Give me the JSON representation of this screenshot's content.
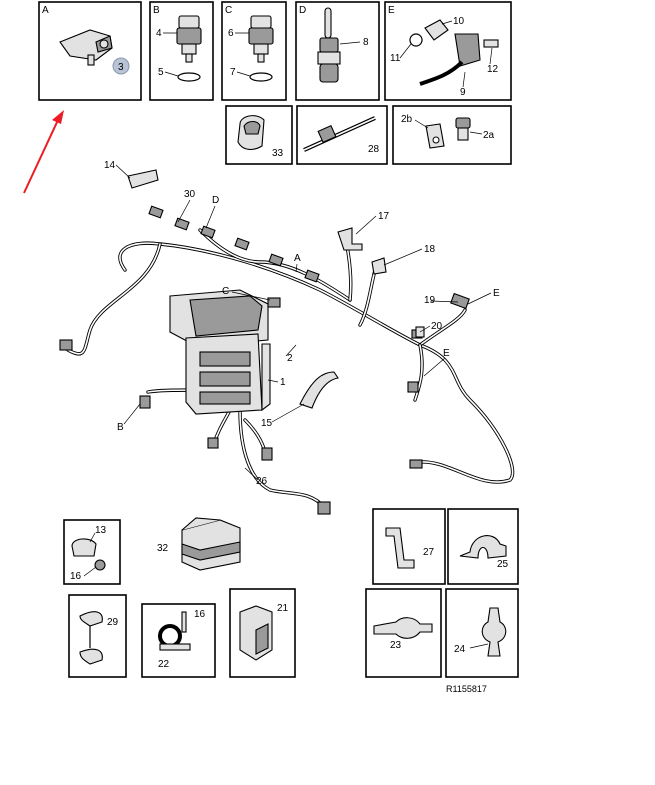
{
  "diagram": {
    "reference": "R1155817",
    "highlight_color": "#ed1c24",
    "callout_fill": "#b8c4d6",
    "boxes": [
      {
        "id": "A",
        "items": [
          "3"
        ]
      },
      {
        "id": "B",
        "items": [
          "4",
          "5"
        ]
      },
      {
        "id": "C",
        "items": [
          "6",
          "7"
        ]
      },
      {
        "id": "D",
        "items": [
          "8"
        ]
      },
      {
        "id": "E",
        "items": [
          "10",
          "11",
          "12",
          "9"
        ]
      }
    ],
    "box_labels": {
      "A": "A",
      "B": "B",
      "C": "C",
      "D": "D",
      "E": "E"
    },
    "small_boxes": {
      "b33": "33",
      "b28": "28",
      "b2b": "2b",
      "b2a": "2a"
    },
    "harness_labels": {
      "l14": "14",
      "l30": "30",
      "lD": "D",
      "l17": "17",
      "l18": "18",
      "lA": "A",
      "lC": "C",
      "l19": "19",
      "lE1": "E",
      "l20": "20",
      "lE2": "E",
      "l2": "2",
      "l1": "1",
      "lB": "B",
      "l15": "15",
      "l26": "26"
    },
    "parts_labels": {
      "l13": "13",
      "l16a": "16",
      "l32": "32",
      "l27": "27",
      "l25": "25",
      "l29": "29",
      "l16b": "16",
      "l22": "22",
      "l21": "21",
      "l23": "23",
      "l24": "24"
    },
    "box_item_labels": {
      "l3": "3",
      "l4": "4",
      "l5": "5",
      "l6": "6",
      "l7": "7",
      "l8": "8",
      "l10": "10",
      "l11": "11",
      "l12": "12",
      "l9": "9"
    }
  }
}
